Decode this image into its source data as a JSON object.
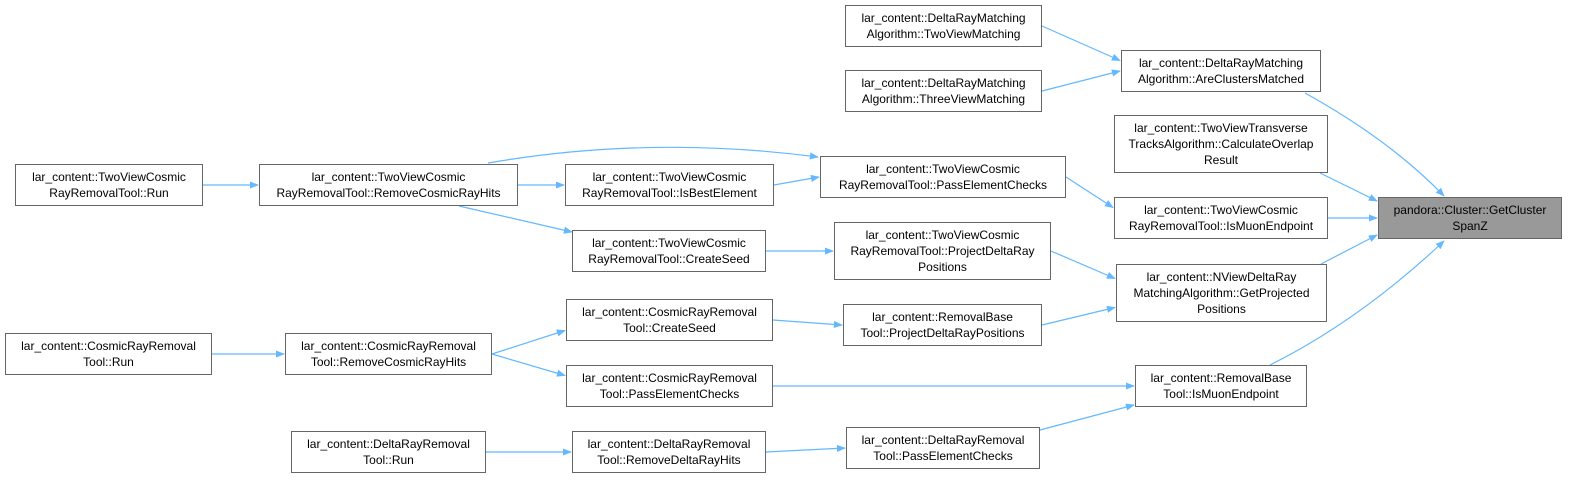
{
  "colors": {
    "edge": "#63b8ff",
    "focus_fill": "#999999",
    "border": "#666666"
  },
  "nodes": {
    "getclusterspanz": [
      "pandora::Cluster::GetCluster",
      "SpanZ"
    ],
    "drm_two_view": [
      "lar_content::DeltaRayMatching",
      "Algorithm::TwoViewMatching"
    ],
    "drm_three_view": [
      "lar_content::DeltaRayMatching",
      "Algorithm::ThreeViewMatching"
    ],
    "drm_are_matched": [
      "lar_content::DeltaRayMatching",
      "Algorithm::AreClustersMatched"
    ],
    "tvt_calc_overlap": [
      "lar_content::TwoViewTransverse",
      "TracksAlgorithm::CalculateOverlap",
      "Result"
    ],
    "tvc_is_muon": [
      "lar_content::TwoViewCosmic",
      "RayRemovalTool::IsMuonEndpoint"
    ],
    "ndr_get_projected": [
      "lar_content::NViewDeltaRay",
      "MatchingAlgorithm::GetProjected",
      "Positions"
    ],
    "rb_is_muon": [
      "lar_content::RemovalBase",
      "Tool::IsMuonEndpoint"
    ],
    "tvc_pass": [
      "lar_content::TwoViewCosmic",
      "RayRemovalTool::PassElementChecks"
    ],
    "tvc_project": [
      "lar_content::TwoViewCosmic",
      "RayRemovalTool::ProjectDeltaRay",
      "Positions"
    ],
    "rb_project": [
      "lar_content::RemovalBase",
      "Tool::ProjectDeltaRayPositions"
    ],
    "drr_pass": [
      "lar_content::DeltaRayRemoval",
      "Tool::PassElementChecks"
    ],
    "tvc_is_best": [
      "lar_content::TwoViewCosmic",
      "RayRemovalTool::IsBestElement"
    ],
    "tvc_create_seed": [
      "lar_content::TwoViewCosmic",
      "RayRemovalTool::CreateSeed"
    ],
    "cr_create_seed": [
      "lar_content::CosmicRayRemoval",
      "Tool::CreateSeed"
    ],
    "cr_pass": [
      "lar_content::CosmicRayRemoval",
      "Tool::PassElementChecks"
    ],
    "drr_remove": [
      "lar_content::DeltaRayRemoval",
      "Tool::RemoveDeltaRayHits"
    ],
    "tvc_remove": [
      "lar_content::TwoViewCosmic",
      "RayRemovalTool::RemoveCosmicRayHits"
    ],
    "cr_remove": [
      "lar_content::CosmicRayRemoval",
      "Tool::RemoveCosmicRayHits"
    ],
    "drr_run": [
      "lar_content::DeltaRayRemoval",
      "Tool::Run"
    ],
    "tvc_run": [
      "lar_content::TwoViewCosmic",
      "RayRemovalTool::Run"
    ],
    "cr_run": [
      "lar_content::CosmicRayRemoval",
      "Tool::Run"
    ]
  },
  "edges": [
    [
      "drm_are_matched",
      "getclusterspanz"
    ],
    [
      "tvt_calc_overlap",
      "getclusterspanz"
    ],
    [
      "tvc_is_muon",
      "getclusterspanz"
    ],
    [
      "ndr_get_projected",
      "getclusterspanz"
    ],
    [
      "rb_is_muon",
      "getclusterspanz"
    ],
    [
      "drm_two_view",
      "drm_are_matched"
    ],
    [
      "drm_three_view",
      "drm_are_matched"
    ],
    [
      "tvc_pass",
      "tvc_is_muon"
    ],
    [
      "tvc_project",
      "ndr_get_projected"
    ],
    [
      "rb_project",
      "ndr_get_projected"
    ],
    [
      "cr_pass",
      "rb_is_muon"
    ],
    [
      "drr_pass",
      "rb_is_muon"
    ],
    [
      "tvc_remove",
      "tvc_pass"
    ],
    [
      "tvc_is_best",
      "tvc_pass"
    ],
    [
      "tvc_create_seed",
      "tvc_project"
    ],
    [
      "cr_create_seed",
      "rb_project"
    ],
    [
      "drr_remove",
      "drr_pass"
    ],
    [
      "tvc_remove",
      "tvc_is_best"
    ],
    [
      "tvc_remove",
      "tvc_create_seed"
    ],
    [
      "cr_remove",
      "cr_create_seed"
    ],
    [
      "cr_remove",
      "cr_pass"
    ],
    [
      "drr_run",
      "drr_remove"
    ],
    [
      "tvc_run",
      "tvc_remove"
    ],
    [
      "cr_run",
      "cr_remove"
    ]
  ]
}
